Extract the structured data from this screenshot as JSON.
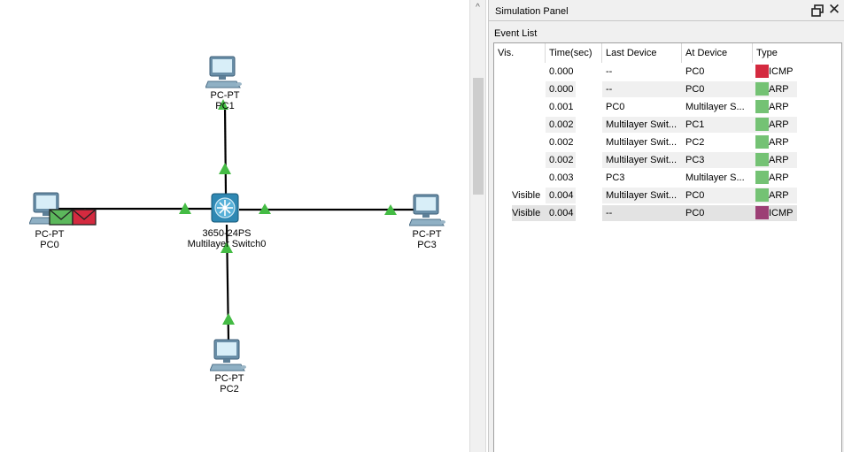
{
  "canvas": {
    "devices": {
      "pc0": {
        "type": "PC-PT",
        "name": "PC0"
      },
      "pc1": {
        "type": "PC-PT",
        "name": "PC1"
      },
      "pc2": {
        "type": "PC-PT",
        "name": "PC2"
      },
      "pc3": {
        "type": "PC-PT",
        "name": "PC3"
      },
      "switch0": {
        "type": "3650-24PS",
        "name": "Multilayer Switch0"
      }
    },
    "colors": {
      "link": "#000000",
      "link_indicator": "#44bb44",
      "arp_envelope": "#5cb85c",
      "icmp_envelope": "#d42a3f"
    }
  },
  "scrollbar": {
    "up_arrow_icon": "chevron-up-icon",
    "up_arrow_glyph": "^"
  },
  "sim_panel": {
    "title": "Simulation Panel",
    "event_list_label": "Event List",
    "columns": {
      "vis": "Vis.",
      "time": "Time(sec)",
      "last": "Last Device",
      "at": "At Device",
      "type": "Type"
    },
    "events": [
      {
        "vis": "",
        "time": "0.000",
        "last": "--",
        "at": "PC0",
        "type": "ICMP",
        "color": "#d42a3f"
      },
      {
        "vis": "",
        "time": "0.000",
        "last": "--",
        "at": "PC0",
        "type": "ARP",
        "color": "#74c274"
      },
      {
        "vis": "",
        "time": "0.001",
        "last": "PC0",
        "at": "Multilayer S...",
        "type": "ARP",
        "color": "#74c274"
      },
      {
        "vis": "",
        "time": "0.002",
        "last": "Multilayer Swit...",
        "at": "PC1",
        "type": "ARP",
        "color": "#74c274"
      },
      {
        "vis": "",
        "time": "0.002",
        "last": "Multilayer Swit...",
        "at": "PC2",
        "type": "ARP",
        "color": "#74c274"
      },
      {
        "vis": "",
        "time": "0.002",
        "last": "Multilayer Swit...",
        "at": "PC3",
        "type": "ARP",
        "color": "#74c274"
      },
      {
        "vis": "",
        "time": "0.003",
        "last": "PC3",
        "at": "Multilayer S...",
        "type": "ARP",
        "color": "#74c274"
      },
      {
        "vis": "Visible",
        "time": "0.004",
        "last": "Multilayer Swit...",
        "at": "PC0",
        "type": "ARP",
        "color": "#74c274"
      },
      {
        "vis": "Visible",
        "time": "0.004",
        "last": "--",
        "at": "PC0",
        "type": "ICMP",
        "color": "#9c3f75"
      }
    ]
  }
}
